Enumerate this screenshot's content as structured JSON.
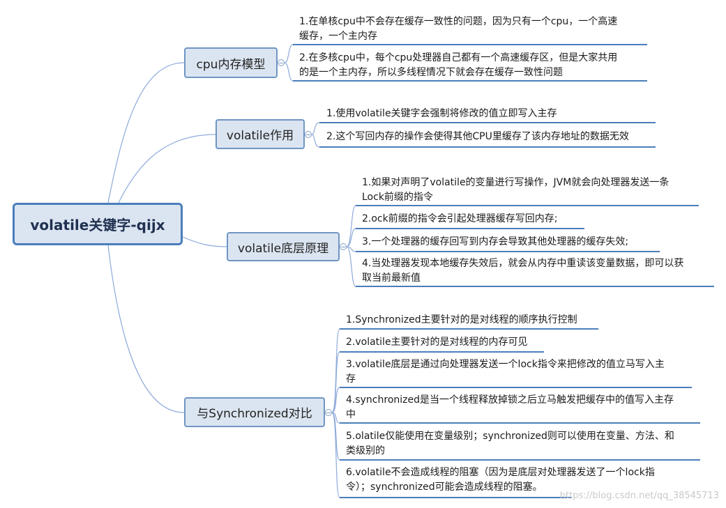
{
  "root": {
    "label": "volatile关键字-qijx"
  },
  "branches": [
    {
      "label": "cpu内存模型",
      "leaves": [
        {
          "lines": [
            "1.在单核cpu中不会存在缓存一致性的问题，因为只有一个cpu，一个高速",
            "缓存，一个主内存"
          ]
        },
        {
          "lines": [
            "2.在多核cpu中，每个cpu处理器自己都有一个高速缓存区，但是大家共用",
            "的是一个主内存，所以多线程情况下就会存在缓存一致性问题"
          ]
        }
      ]
    },
    {
      "label": "volatile作用",
      "leaves": [
        {
          "lines": [
            "1.使用volatile关键字会强制将修改的值立即写入主存"
          ]
        },
        {
          "lines": [
            "2.这个写回内存的操作会使得其他CPU里缓存了该内存地址的数据无效"
          ]
        }
      ]
    },
    {
      "label": "volatile底层原理",
      "leaves": [
        {
          "lines": [
            "1.如果对声明了volatile的变量进行写操作，JVM就会向处理器发送一条",
            "Lock前缀的指令"
          ]
        },
        {
          "lines": [
            "2.ock前缀的指令会引起处理器缓存写回内存;"
          ]
        },
        {
          "lines": [
            "3.一个处理器的缓存回写到内存会导致其他处理器的缓存失效;"
          ]
        },
        {
          "lines": [
            "4.当处理器发现本地缓存失效后，就会从内存中重读该变量数据，即可以获",
            "取当前最新值"
          ]
        }
      ]
    },
    {
      "label": "与Synchronized对比",
      "leaves": [
        {
          "lines": [
            "1.Synchronized主要针对的是对线程的顺序执行控制"
          ]
        },
        {
          "lines": [
            "2.volatile主要针对的是对线程的内存可见"
          ]
        },
        {
          "lines": [
            "3.volatile底层是通过向处理器发送一个lock指令来把修改的值立马写入主",
            "存"
          ]
        },
        {
          "lines": [
            "4.synchronized是当一个线程释放掉锁之后立马触发把缓存中的值写入主存",
            "中"
          ]
        },
        {
          "lines": [
            "5.olatile仅能使用在变量级别；synchronized则可以使用在变量、方法、和",
            "类级别的"
          ]
        },
        {
          "lines": [
            "6.volatile不会造成线程的阻塞（因为是底层对处理器发送了一个lock指",
            "令）；synchronized可能会造成线程的阻塞。"
          ]
        }
      ]
    }
  ],
  "watermark": "https://blog.csdn.net/qq_38545713",
  "colors": {
    "line": "#8eaadb",
    "underline": "#4a7ebb",
    "node_fill": "#dbe5f1",
    "node_border": "#6f95c3"
  }
}
